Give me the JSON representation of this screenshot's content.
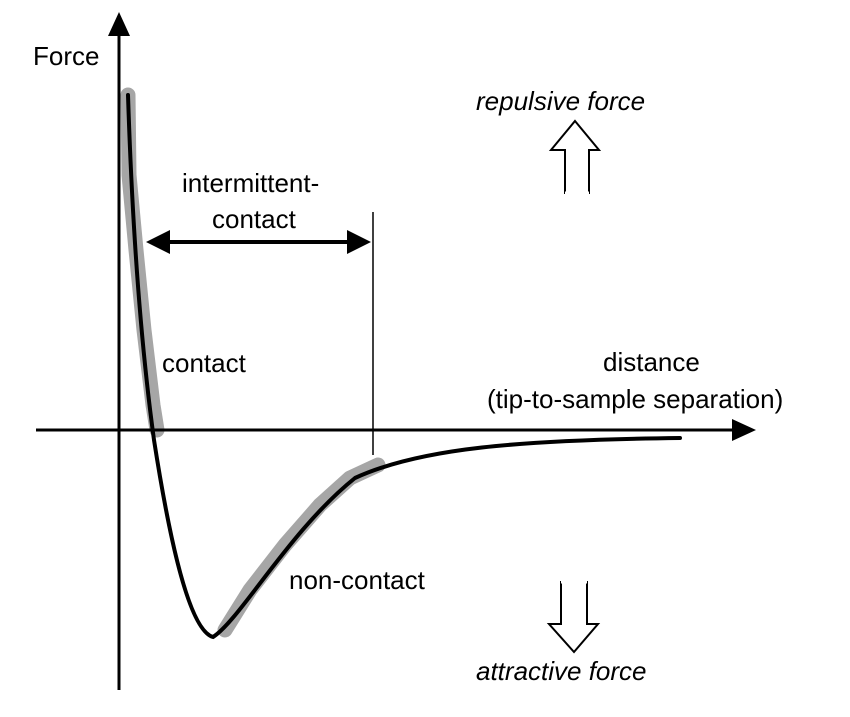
{
  "axes": {
    "y_label": "Force",
    "x_label_line1": "distance",
    "x_label_line2": "(tip-to-sample separation)"
  },
  "regions": {
    "intermittent_line1": "intermittent-",
    "intermittent_line2": "contact",
    "contact": "contact",
    "non_contact": "non-contact"
  },
  "forces": {
    "repulsive": "repulsive force",
    "attractive": "attractive force"
  },
  "colors": {
    "curve": "#000000",
    "highlight": "#a6a6a6"
  }
}
